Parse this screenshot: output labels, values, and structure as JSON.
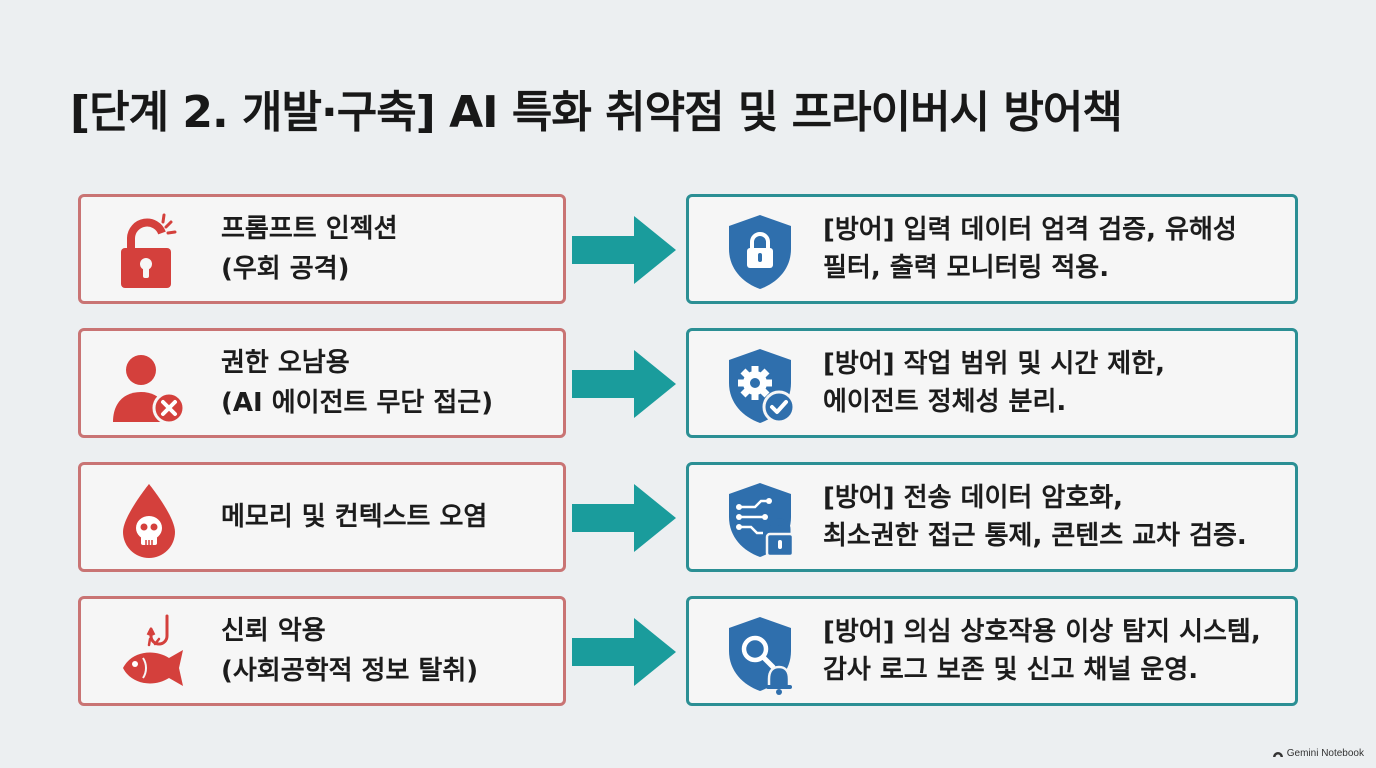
{
  "title": "[단계 2. 개발·구축] AI 특화 취약점 및 프라이버시 방어책",
  "rows": [
    {
      "threat": {
        "icon": "unlocked-padlock-icon",
        "lines": [
          "프롬프트 인젝션",
          "(우회 공격)"
        ]
      },
      "defense": {
        "icon": "shield-lock-icon",
        "lines": [
          "[방어] 입력 데이터 엄격 검증, 유해성",
          "필터, 출력 모니터링 적용."
        ]
      }
    },
    {
      "threat": {
        "icon": "user-denied-icon",
        "lines": [
          "권한 오남용",
          "(AI 에이전트 무단 접근)"
        ]
      },
      "defense": {
        "icon": "shield-gear-check-icon",
        "lines": [
          "[방어] 작업 범위 및 시간 제한,",
          "에이전트 정체성 분리."
        ]
      }
    },
    {
      "threat": {
        "icon": "poison-drop-skull-icon",
        "lines": [
          "메모리 및 컨텍스트 오염"
        ]
      },
      "defense": {
        "icon": "shield-circuit-lock-icon",
        "lines": [
          "[방어] 전송 데이터 암호화,",
          "최소권한 접근 통제, 콘텐츠 교차 검증."
        ]
      }
    },
    {
      "threat": {
        "icon": "phishing-hook-fish-icon",
        "lines": [
          "신뢰 악용",
          "(사회공학적 정보 탈취)"
        ]
      },
      "defense": {
        "icon": "shield-search-bell-icon",
        "lines": [
          "[방어] 의심 상호작용 이상 탐지 시스템,",
          "감사 로그 보존 및 신고 채널 운영."
        ]
      }
    }
  ],
  "colors": {
    "threat": "#d4403c",
    "defense": "#2f6fad",
    "arrow": "#1a9c9c",
    "threat_border": "#c97474",
    "defense_border": "#2b8f94"
  },
  "watermark": "Gemini Notebook"
}
